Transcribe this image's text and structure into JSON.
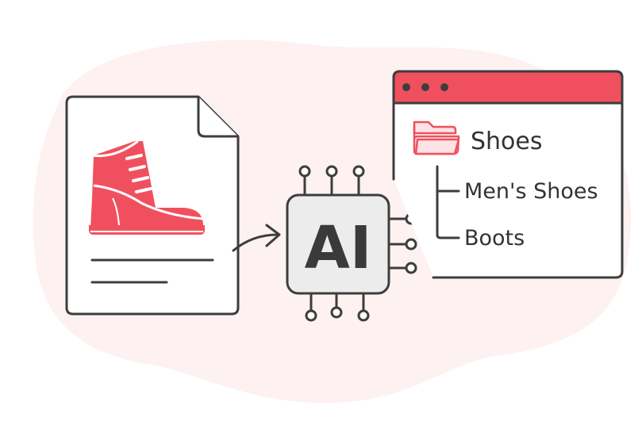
{
  "colors": {
    "accent": "#f0505e",
    "blob": "#fdf1f1",
    "stroke": "#3d3d3d",
    "chip_fill": "#ececec",
    "paper": "#ffffff"
  },
  "chip": {
    "label": "AI"
  },
  "category_window": {
    "root": {
      "label": "Shoes",
      "icon": "folder-icon"
    },
    "children": [
      {
        "label": "Men's Shoes"
      },
      {
        "label": "Boots"
      }
    ]
  },
  "document": {
    "icon": "boot-icon"
  }
}
